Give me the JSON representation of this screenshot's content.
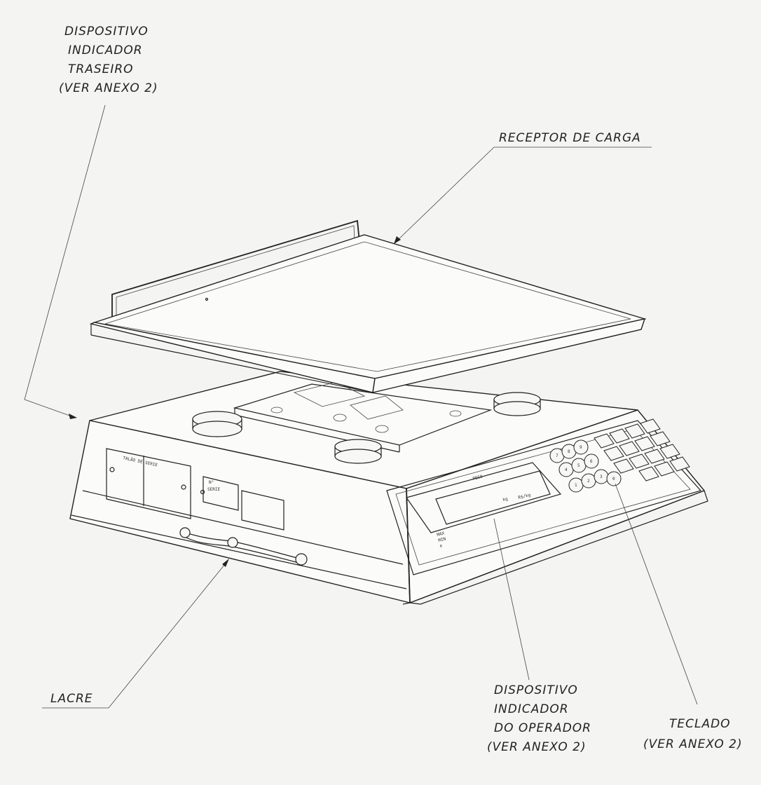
{
  "labels": {
    "rear_display": [
      "DISPOSITIVO",
      "INDICADOR",
      "TRASEIRO",
      "(VER ANEXO 2)"
    ],
    "load_receptor": "RECEPTOR DE CARGA",
    "seal": "LACRE",
    "operator_display": [
      "DISPOSITIVO",
      "INDICADOR",
      "DO OPERADOR",
      "(VER ANEXO 2)"
    ],
    "keyboard": [
      "TECLADO",
      "(VER ANEXO 2)"
    ]
  },
  "markings": {
    "side_plate": "TALÃO DE SERIE",
    "side_label": [
      "N°",
      "SERIE"
    ],
    "display_top": "PESO",
    "display_mid": "kg",
    "display_right": "R$/kg",
    "display_left": [
      "MAX",
      "MIN",
      "e"
    ]
  },
  "keypad": {
    "numeric_keys": [
      "7",
      "8",
      "9",
      "4",
      "5",
      "6",
      "1",
      "2",
      "3",
      "0"
    ]
  }
}
